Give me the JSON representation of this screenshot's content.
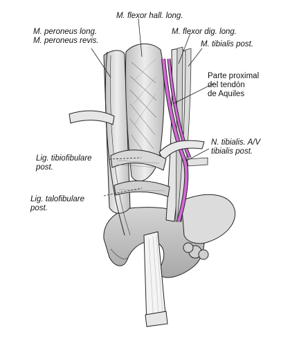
{
  "labels": {
    "flexor_hall": "M. flexor hall. long.",
    "peroneus_long": "M. peroneus long.",
    "peroneus_revis": "M. peroneus revis.",
    "flexor_dig": "M. flexor dig. long.",
    "tibialis_post": "M. tibialis post.",
    "achilles_1": "Parte proximal",
    "achilles_2": "del tendón",
    "achilles_3": "de Aquiles",
    "tibial_nerve_1": "N. tibialis. A/V",
    "tibial_nerve_2": "tibialis post.",
    "tibiofib_1": "Lig. tibiofibulare",
    "tibiofib_2": "post.",
    "talofib_1": "Lig. talofibulare",
    "talofib_2": "post."
  },
  "colors": {
    "vessel": "#d56ad8",
    "line": "#222222",
    "tissue": "#e9e9e9",
    "shade": "#a9a9a9"
  }
}
